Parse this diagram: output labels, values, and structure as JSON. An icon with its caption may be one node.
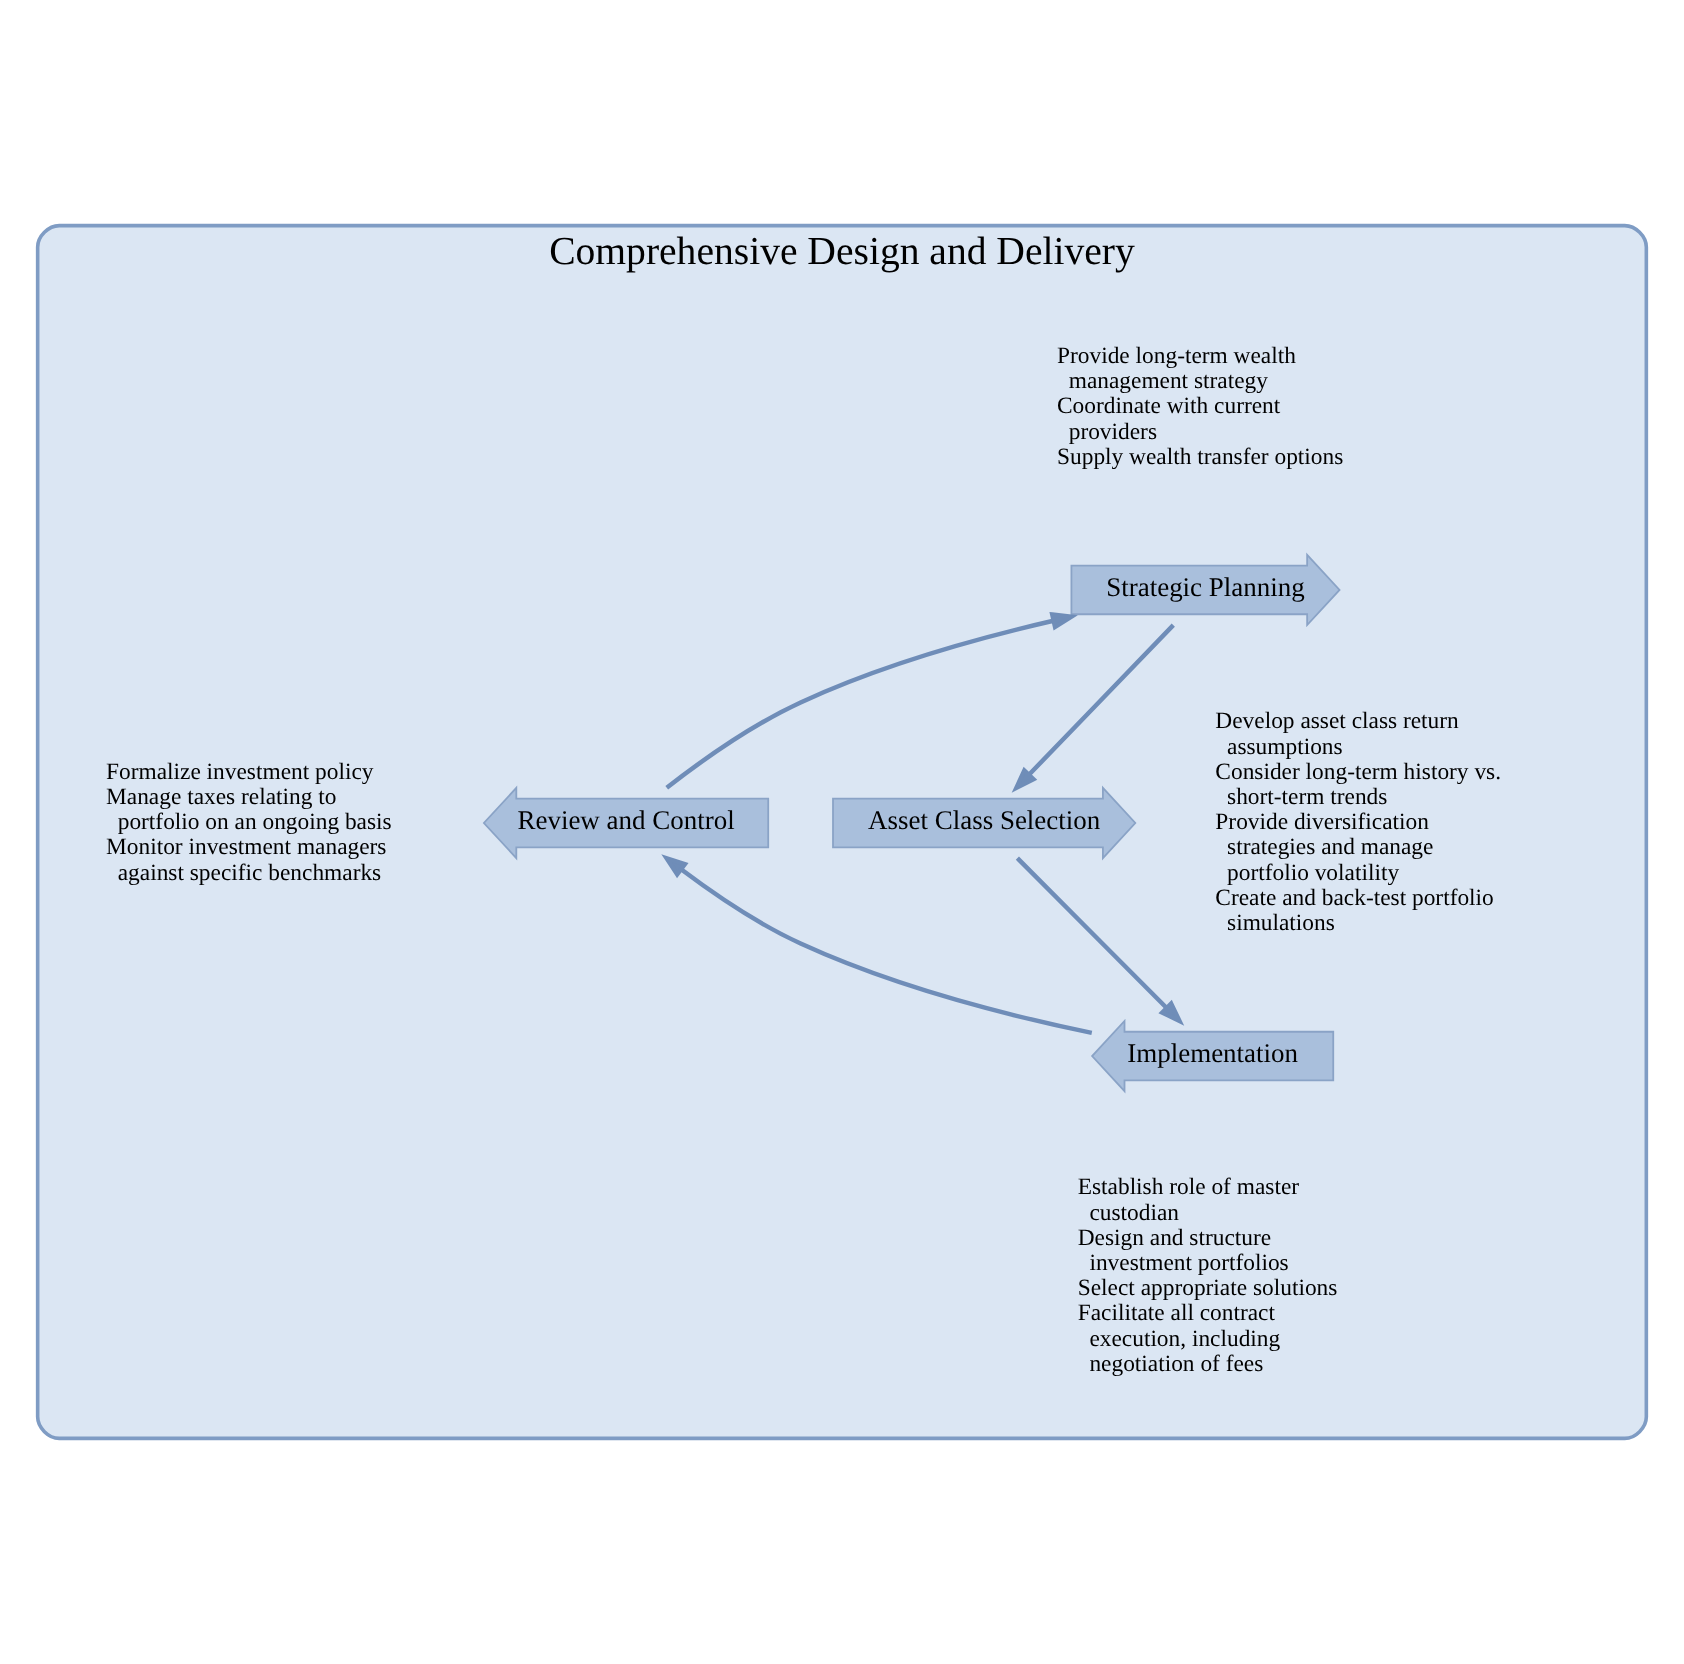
{
  "diagram": {
    "nodes": [
      {
        "text": [
          "Comprehensive Design and Delivery"
        ]
      },
      {
        "text": [
          "Strategic Planning"
        ],
        "in": 0,
        "beside": [
          "Provide long-term wealth management strategy",
          "Coordinate with current providers",
          "Supply wealth transfer options"
        ]
      },
      {
        "text": [
          "Asset Class Selection"
        ],
        "in": 0,
        "beside": [
          "Develop asset class return assumptions",
          "Consider long-term history vs. short-term trends",
          "Provide diversification strategies and manage portfolio volatility",
          "Create and back-test portfolio simulations"
        ]
      },
      {
        "text": [
          "Implementation"
        ],
        "in": 0,
        "beside": [
          "Establish role of master custodian",
          "Design and structure investment portfolios",
          "Select appropriate solutions",
          "Facilitate all contract execution, including negotiation of fees"
        ]
      },
      {
        "text": [
          "Review and Control"
        ],
        "in": 0,
        "beside": [
          "Formalize investment policy",
          "Manage taxes relating to portfolio on an ongoing basis",
          "Monitor investment managers against specific benchmarks"
        ]
      }
    ],
    "edges": [
      {
        "from": 1,
        "to": 2,
        "arrow": "to"
      },
      {
        "from": 2,
        "to": 3,
        "arrow": "to"
      },
      {
        "from": 3,
        "to": 4,
        "arrow": "to"
      },
      {
        "from": 4,
        "to": 1,
        "arrow": "to"
      }
    ]
  }
}
